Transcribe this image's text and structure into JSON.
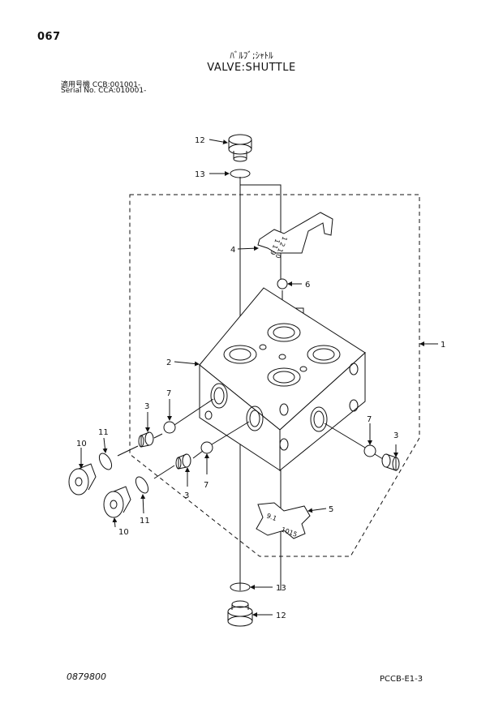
{
  "page_number": "067",
  "title_jp": "ﾊﾞﾙﾌﾞ;ｼｬﾄﾙ",
  "title_en": "VALVE:SHUTTLE",
  "serial": {
    "line1": "適用号機  CCB:001001-",
    "line2": "Serial No. CCA:010001-"
  },
  "callouts": {
    "c12_top": "12",
    "c13_top": "13",
    "c4": "4",
    "c6": "6",
    "c1": "1",
    "c2": "2",
    "c7_left": "7",
    "c3_left": "3",
    "c11_left": "11",
    "c10_left": "10",
    "c7_mid": "7",
    "c3_mid": "3",
    "c11_mid": "11",
    "c10_mid": "10",
    "c7_right": "7",
    "c3_right": "3",
    "c5": "5",
    "c13_bottom": "13",
    "c12_bottom": "12"
  },
  "plate_marks": {
    "top_line1": "1 1 9",
    "top_line2": "1 2 1 0",
    "bottom_line1": "9.1",
    "bottom_line2": "1015"
  },
  "drawing_code": "0879800",
  "page_ref": "PCCB-E1-3"
}
